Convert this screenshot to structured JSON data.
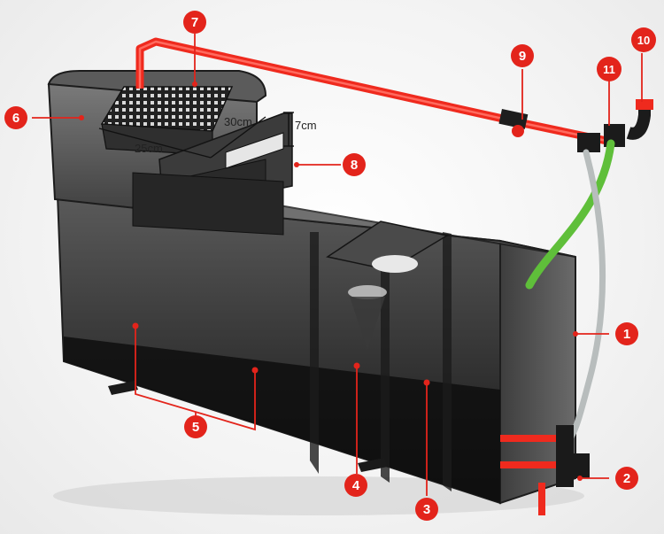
{
  "callouts": [
    {
      "label": "1"
    },
    {
      "label": "2"
    },
    {
      "label": "3"
    },
    {
      "label": "4"
    },
    {
      "label": "5"
    },
    {
      "label": "6"
    },
    {
      "label": "7"
    },
    {
      "label": "8"
    },
    {
      "label": "9"
    },
    {
      "label": "10"
    },
    {
      "label": "11"
    }
  ],
  "dimensions": {
    "width": "30cm",
    "length": "25cm",
    "height": "7cm"
  },
  "colors": {
    "callout": "#e3241b",
    "pipe": "#ef2a1e",
    "hose": "#5fbf3a",
    "glass_dark": "#2a2a2a"
  }
}
